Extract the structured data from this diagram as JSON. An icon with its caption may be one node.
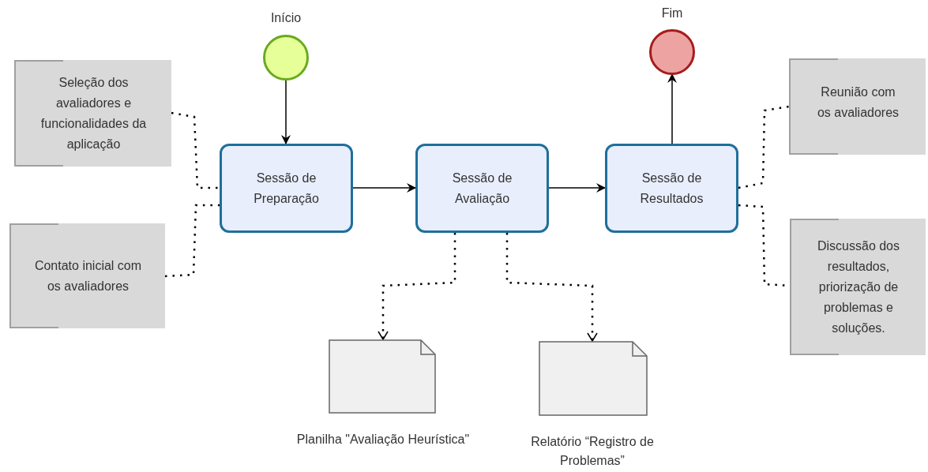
{
  "diagram": {
    "nodes": [
      {
        "text": [
          "Início"
        ]
      },
      {
        "text": [
          "Fim"
        ]
      },
      {
        "text": [
          "Seleção dos avaliadores e funcionalidades da aplicação"
        ]
      },
      {
        "text": [
          "Contato inicial com os avaliadores"
        ]
      },
      {
        "text": [
          "Sessão de Preparação"
        ]
      },
      {
        "text": [
          "Sessão de Avaliação"
        ]
      },
      {
        "text": [
          "Sessão de Resultados"
        ]
      },
      {
        "text": [
          "Reunião com os avaliadores"
        ]
      },
      {
        "text": [
          "Discussão dos resultados, priorização de problemas e soluções."
        ]
      },
      {
        "text": [],
        "shape": "document",
        "beside": [
          "Planilha \"Avaliação Heurística\""
        ]
      },
      {
        "text": [],
        "shape": "document",
        "beside": [
          "Relatório “Registro de Problemas”"
        ]
      }
    ],
    "edges": [
      {
        "from": 0,
        "to": 4,
        "arrow": "to"
      },
      {
        "from": 4,
        "to": 5,
        "arrow": "to"
      },
      {
        "from": 5,
        "to": 6,
        "arrow": "to"
      },
      {
        "from": 6,
        "to": 1,
        "arrow": "to"
      },
      {
        "from": 2,
        "to": 4,
        "arrow": "none",
        "style": "dashed"
      },
      {
        "from": 3,
        "to": 4,
        "arrow": "none",
        "style": "dashed"
      },
      {
        "from": 5,
        "to": 9,
        "arrow": "to",
        "style": "dashed"
      },
      {
        "from": 5,
        "to": 10,
        "arrow": "to",
        "style": "dashed"
      },
      {
        "from": 6,
        "to": 7,
        "arrow": "none",
        "style": "dashed"
      },
      {
        "from": 6,
        "to": 8,
        "arrow": "none",
        "style": "dashed"
      }
    ]
  }
}
